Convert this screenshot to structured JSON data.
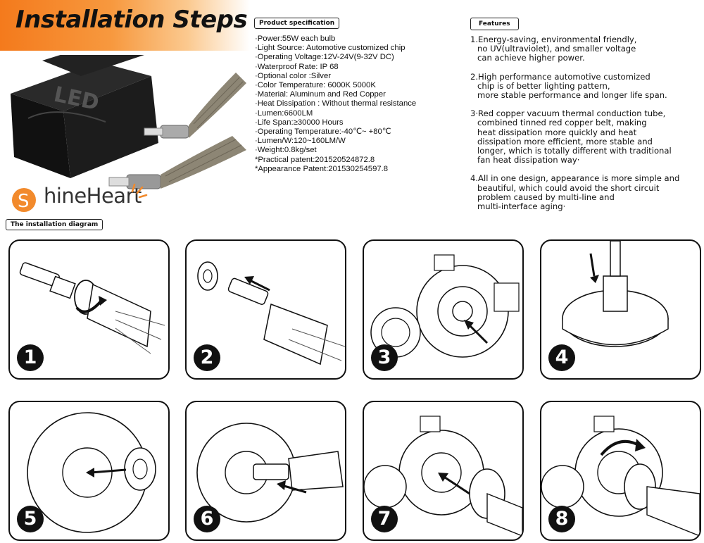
{
  "header": {
    "title": "Installation Steps"
  },
  "spec": {
    "tag": "Product specification",
    "lines": [
      "·Power:55W each bulb",
      "·Light Source: Automotive customized chip",
      "·Operating Voltage:12V-24V(9-32V DC)",
      "·Waterproof Rate: IP 68",
      "·Optional color :Silver",
      "·Color Temperature: 6000K 5000K",
      "·Material: Aluminum and Red Copper",
      "·Heat Dissipation : Without thermal resistance",
      "·Lumen:6600LM",
      "·Life Span:≥30000 Hours",
      "·Operating Temperature:-40℃~ +80℃",
      "·Lumen/W:120~160LM/W",
      "·Weight:0.8kg/set",
      "*Practical patent:201520524872.8",
      "*Appearance Patent:201530254597.8"
    ]
  },
  "features": {
    "tag": "Features",
    "items": [
      {
        "lines": [
          "1.Energy-saving, environmental friendly,",
          "no UV(ultraviolet), and smaller voltage",
          "can achieve higher power."
        ]
      },
      {
        "lines": [
          "2.High performance automotive customized",
          "chip is of better lighting pattern,",
          "more stable performance and longer life span."
        ]
      },
      {
        "lines": [
          "3·Red copper vacuum thermal conduction tube,",
          "combined tinned red copper belt, making",
          "heat dissipation more quickly and heat",
          "dissipation more efficient, more stable and",
          "longer, which is totally different with traditional",
          "fan heat dissipation way·"
        ]
      },
      {
        "lines": [
          "4.All in one design, appearance is more simple and",
          "beautiful,   which could avoid the short circuit",
          "problem caused by multi-line and",
          "multi-interface aging·"
        ]
      }
    ]
  },
  "product": {
    "box_text": "LED"
  },
  "brand": {
    "name_initial": "S",
    "name_rest": "hineHeart"
  },
  "diagram": {
    "tag": "The installation diagram",
    "steps": [
      "1",
      "2",
      "3",
      "4",
      "5",
      "6",
      "7",
      "8"
    ]
  },
  "colors": {
    "accent": "#f47a1c",
    "ink": "#111111"
  }
}
